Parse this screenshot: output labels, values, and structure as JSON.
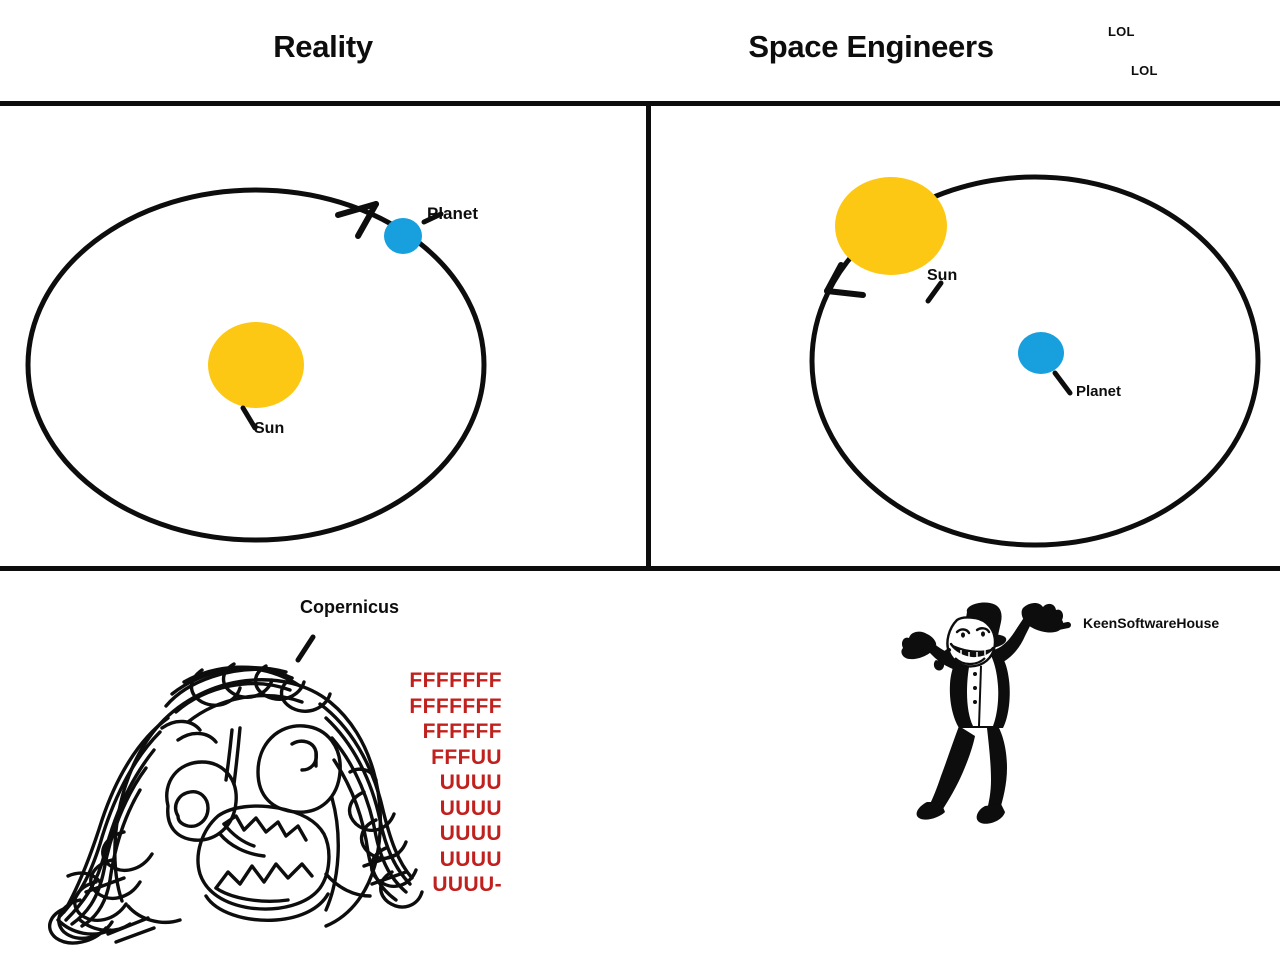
{
  "meme": {
    "panels": {
      "top_left": {
        "title": "Reality",
        "diagram": {
          "orbit_label": "orbit-ellipse",
          "sun_label": "Sun",
          "planet_label": "Planet",
          "sun_color": "#fcc814",
          "planet_color": "#189fdd",
          "line_color": "#0d0d0d"
        }
      },
      "top_right": {
        "title": "Space Engineers",
        "annotations": [
          "LOL",
          "LOL"
        ],
        "diagram": {
          "orbit_label": "orbit-ellipse",
          "sun_label": "Sun",
          "planet_label": "Planet",
          "sun_color": "#fcc814",
          "planet_color": "#189fdd",
          "line_color": "#0d0d0d"
        }
      },
      "bottom_left": {
        "figure_label": "Copernicus",
        "figure_name": "rage-face",
        "rage_text_color": "#c0211e",
        "rage_text_lines": [
          "FFFFFFF",
          "FFFFFFF",
          "FFFFFF",
          "FFFUU",
          "UUUU",
          "UUUU",
          "UUUU",
          "UUUU",
          "UUUU-"
        ]
      },
      "bottom_right": {
        "figure_label": "KeenSoftwareHouse",
        "figure_name": "dancing-troll-face"
      }
    }
  }
}
